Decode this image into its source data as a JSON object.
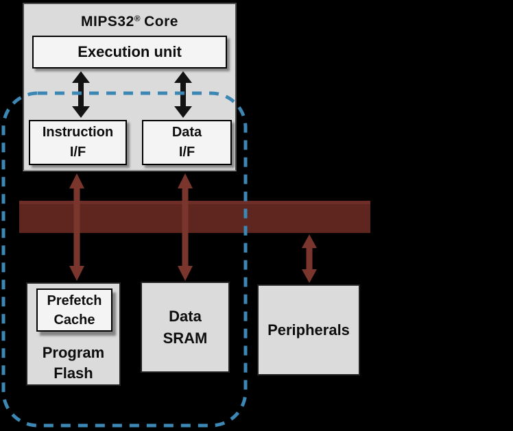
{
  "colors": {
    "background": "#000000",
    "box_gray": "#dbdbdb",
    "box_white": "#f4f4f4",
    "text": "#0d0d0d",
    "bus_body": "#5f2620",
    "bus_highlight": "#6e2d26",
    "arrow_red": "#7a352c",
    "arrow_black": "#121212",
    "outline_blue": "#3d87b5"
  },
  "core": {
    "title_brand": "MIPS32",
    "title_reg": "®",
    "title_word": "Core",
    "execution_unit": "Execution unit",
    "instruction_if": [
      "Instruction",
      "I/F"
    ],
    "data_if": [
      "Data",
      "I/F"
    ]
  },
  "memory": {
    "prefetch_cache": [
      "Prefetch",
      "Cache"
    ],
    "program_flash": [
      "Program",
      "Flash"
    ],
    "data_sram": [
      "Data",
      "SRAM"
    ]
  },
  "peripherals": {
    "label": "Peripherals"
  }
}
